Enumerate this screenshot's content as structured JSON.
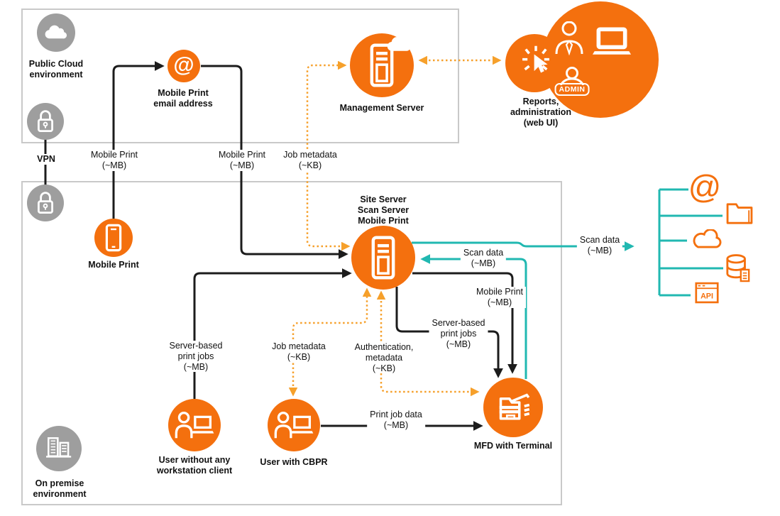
{
  "colors": {
    "orange": "#F4700E",
    "orange_dotted": "#F6A02B",
    "teal": "#21B8B1",
    "gray_node": "#9E9E9E",
    "line_black": "#1C1C1C",
    "zone_border": "#C9C9C9"
  },
  "zones": {
    "public_cloud": {
      "label": "Public Cloud\nenvironment"
    },
    "on_premise": {
      "label": "On premise\nenvironment"
    },
    "vpn": {
      "label": "VPN"
    }
  },
  "nodes": {
    "mobile_print_email": {
      "label": "Mobile Print\nemail address",
      "glyph": "@"
    },
    "management_server": {
      "label": "Management Server"
    },
    "reports_admin": {
      "label": "Reports,\nadministration\n(web UI)",
      "badge": "ADMIN"
    },
    "site_server": {
      "label": "Site Server\nScan Server\nMobile Print"
    },
    "mobile_print_phone": {
      "label": "Mobile Print"
    },
    "user_without_client": {
      "label": "User without any\nworkstation client"
    },
    "user_with_cbpr": {
      "label": "User with CBPR"
    },
    "mfd": {
      "label": "MFD with Terminal"
    }
  },
  "scan_destinations": {
    "email_glyph": "@",
    "api_label": "API"
  },
  "edges": {
    "mobile_print_to_email": {
      "label": "Mobile Print\n(~MB)"
    },
    "email_to_site_server": {
      "label": "Mobile Print\n(~MB)"
    },
    "job_metadata_servers": {
      "label": "Job metadata\n(~KB)"
    },
    "scan_data_out": {
      "label": "Scan data\n(~MB)"
    },
    "scan_data_mfd": {
      "label": "Scan data\n(~MB)"
    },
    "mobile_print_to_mfd": {
      "label": "Mobile Print\n(~MB)"
    },
    "server_jobs_to_mfd": {
      "label": "Server-based\nprint jobs\n(~MB)"
    },
    "server_jobs_user": {
      "label": "Server-based\nprint jobs\n(~MB)"
    },
    "job_metadata_cbpr": {
      "label": "Job metadata\n(~KB)"
    },
    "auth_metadata": {
      "label": "Authentication,\nmetadata\n(~KB)"
    },
    "print_job_data": {
      "label": "Print job data\n(~MB)"
    }
  }
}
